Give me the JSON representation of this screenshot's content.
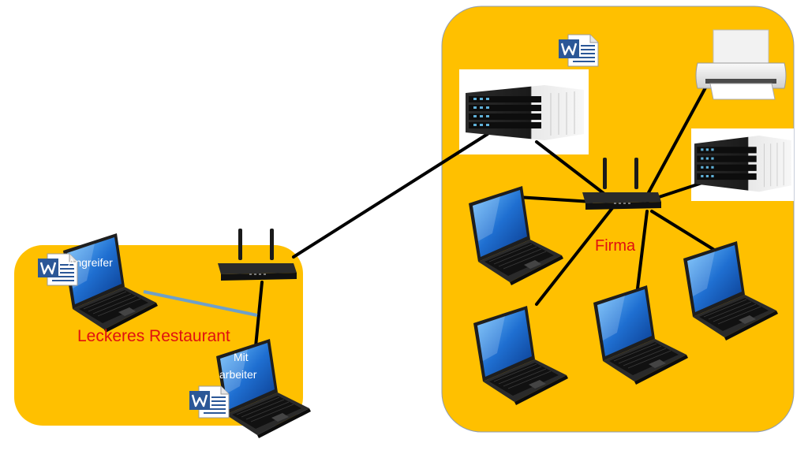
{
  "zones": {
    "restaurant": {
      "label": "Leckeres Restaurant"
    },
    "firma": {
      "label": "Firma"
    }
  },
  "devices": {
    "attacker_laptop": {
      "label": "Angreifer"
    },
    "employee_laptop": {
      "label_line1": "Mit",
      "label_line2": "arbeiter"
    }
  },
  "colors": {
    "zone_fill": "#ffc000",
    "label_red": "#e01010",
    "link_black": "#000000",
    "wireless_link": "#6fa0c8"
  },
  "icons": [
    "laptop-icon",
    "router-icon",
    "server-icon",
    "printer-icon",
    "word-document-icon"
  ]
}
